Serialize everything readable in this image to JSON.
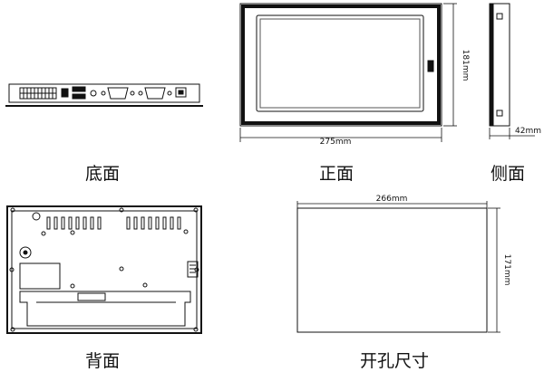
{
  "views": {
    "bottom": {
      "caption": "底面"
    },
    "front": {
      "caption": "正面",
      "width_label": "275mm",
      "height_label": "181mm"
    },
    "side": {
      "caption": "侧面",
      "depth_label": "42mm"
    },
    "back": {
      "caption": "背面"
    },
    "cutout": {
      "caption": "开孔尺寸",
      "width_label": "266mm",
      "height_label": "171mm"
    }
  },
  "colors": {
    "line": "#111111",
    "bezel": "#1a1a1a",
    "screen_edge": "#555555"
  }
}
